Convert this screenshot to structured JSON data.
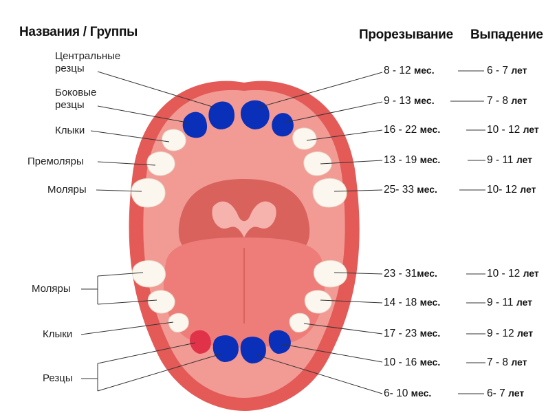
{
  "headers": {
    "names_groups": "Названия / Группы",
    "eruption": "Прорезывание",
    "loss": "Выпадение"
  },
  "left_labels": {
    "central_incisors_line1": "Центральные",
    "central_incisors_line2": "резцы",
    "lateral_incisors_line1": "Боковые",
    "lateral_incisors_line2": "резцы",
    "upper_canines": "Клыки",
    "premolars": "Премоляры",
    "upper_molars": "Моляры",
    "lower_molars": "Моляры",
    "lower_canines": "Клыки",
    "lower_incisors": "Резцы"
  },
  "rows": [
    {
      "erupt_num": "8 - 12",
      "erupt_unit": "мес.",
      "loss_num": "6 - 7",
      "loss_unit": "лет"
    },
    {
      "erupt_num": "9 - 13",
      "erupt_unit": "мес.",
      "loss_num": "7 - 8",
      "loss_unit": "лет"
    },
    {
      "erupt_num": "16 - 22",
      "erupt_unit": "мес.",
      "loss_num": "10 - 12",
      "loss_unit": "лет"
    },
    {
      "erupt_num": "13 - 19",
      "erupt_unit": "мес.",
      "loss_num": "9 - 11",
      "loss_unit": "лет"
    },
    {
      "erupt_num": "25- 33",
      "erupt_unit": "мес.",
      "loss_num": "10- 12",
      "loss_unit": "лет"
    },
    {
      "erupt_num": "23 - 31",
      "erupt_unit": "мес.",
      "loss_num": "10 - 12",
      "loss_unit": "лет"
    },
    {
      "erupt_num": "14 - 18",
      "erupt_unit": "мес.",
      "loss_num": "9 - 11",
      "loss_unit": "лет"
    },
    {
      "erupt_num": "17 - 23",
      "erupt_unit": "мес.",
      "loss_num": "9 - 12",
      "loss_unit": "лет"
    },
    {
      "erupt_num": "10 - 16",
      "erupt_unit": "мес.",
      "loss_num": "7 - 8",
      "loss_unit": "лет"
    },
    {
      "erupt_num": "6- 10",
      "erupt_unit": "мес.",
      "loss_num": "6- 7",
      "loss_unit": "лет"
    }
  ],
  "colors": {
    "lip": "#e35a57",
    "mouth_inner": "#f29a94",
    "throat": "#d9625c",
    "tongue": "#ee7d79",
    "tooth": "#fbf7ef",
    "marker_blue": "#0a2fb8",
    "marker_red": "#e0334a"
  }
}
